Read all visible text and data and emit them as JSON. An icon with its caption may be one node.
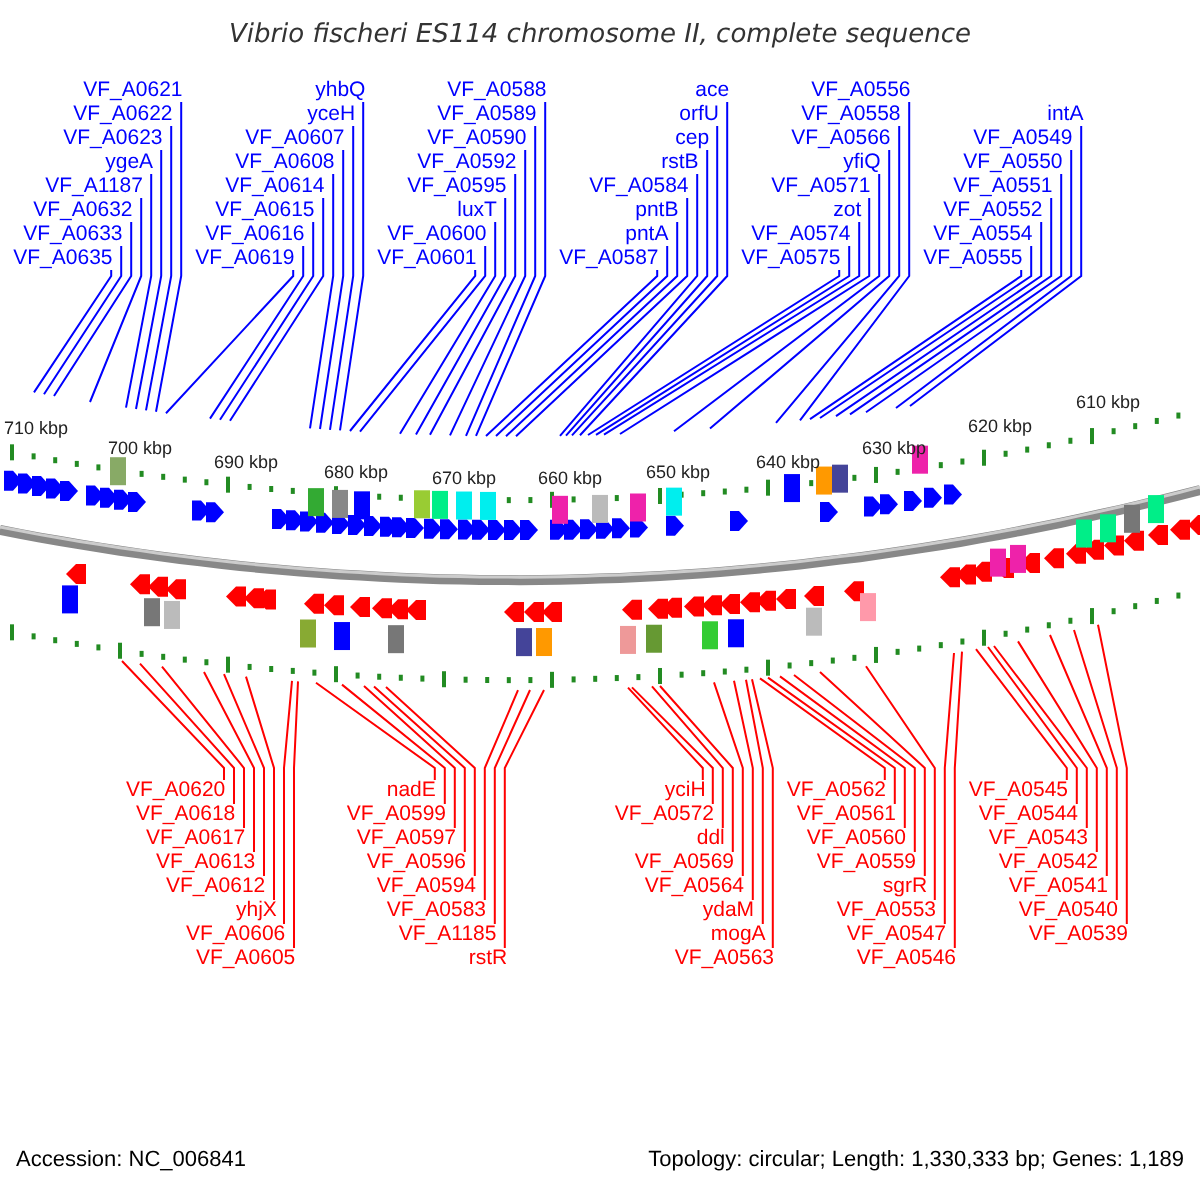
{
  "diagram": {
    "title": "Vibrio fischeri ES114 chromosome II, complete sequence",
    "nodes": [
      {
        "text": [
          "VF_A0623"
        ]
      },
      {
        "text": [
          "VF_A0608"
        ]
      },
      {
        "text": [
          "VF_A0590"
        ]
      },
      {
        "text": [
          "rstB"
        ]
      },
      {
        "text": [
          "cep"
        ]
      },
      {
        "text": [
          "VF_A0622"
        ]
      },
      {
        "text": [
          "VF_A0607"
        ]
      },
      {
        "text": [
          "VF_A0589"
        ]
      },
      {
        "text": [
          "VF_A0635"
        ]
      },
      {
        "text": [
          "orfU"
        ]
      },
      {
        "text": [
          "VF_A0556"
        ]
      },
      {
        "text": [
          "VF_A0621"
        ]
      },
      {
        "text": [
          "VF_A0601"
        ]
      },
      {
        "text": [
          "VF_A0588"
        ]
      },
      {
        "text": [
          "VF_A0575"
        ]
      },
      {
        "text": [
          "VF_A0555"
        ]
      },
      {
        "text": [
          "VF_A0633"
        ]
      },
      {
        "text": [
          "VF_A0619"
        ]
      },
      {
        "text": [
          "VF_A0600"
        ]
      },
      {
        "text": [
          "VF_A0587"
        ]
      },
      {
        "text": [
          "VF_A0552"
        ]
      },
      {
        "text": [
          "VF_A0574"
        ]
      },
      {
        "text": [
          "VF_A0632"
        ]
      },
      {
        "text": [
          "VF_A0616"
        ]
      },
      {
        "text": [
          "VF_A1187"
        ]
      },
      {
        "text": [
          "VF_A0595"
        ]
      },
      {
        "text": [
          "pntA"
        ]
      },
      {
        "text": [
          "VF_A0551"
        ]
      },
      {
        "text": [
          "ace"
        ]
      },
      {
        "text": [
          "ygeA"
        ]
      },
      {
        "text": [
          "VF_A0615"
        ]
      },
      {
        "text": [
          "yfiQ"
        ]
      },
      {
        "text": [
          "zot"
        ]
      },
      {
        "text": [
          "VF_A0550"
        ]
      },
      {
        "text": [
          "yceH"
        ]
      },
      {
        "text": [
          "VF_A0592"
        ]
      },
      {
        "text": [
          "pntB"
        ]
      },
      {
        "text": [
          "VF_A0566"
        ]
      },
      {
        "text": [
          "VF_A0554"
        ]
      },
      {
        "text": [
          "VF_A0549"
        ]
      },
      {
        "text": [
          "intA"
        ]
      },
      {
        "text": [
          "VF_A0614"
        ]
      },
      {
        "text": [
          "yhbQ"
        ]
      },
      {
        "text": [
          "luxT"
        ]
      },
      {
        "text": [
          "VF_A0584"
        ]
      },
      {
        "text": [
          "VF_A0571"
        ]
      },
      {
        "text": [
          "VF_A0558"
        ]
      },
      {
        "text": [
          "VF_A0620"
        ]
      },
      {
        "text": [
          "VF_A0539"
        ]
      },
      {
        "text": [
          "VF_A0583"
        ]
      },
      {
        "text": [
          "yciH"
        ]
      },
      {
        "text": [
          "VF_A0545"
        ]
      },
      {
        "text": [
          "yhjX"
        ]
      },
      {
        "text": [
          "VF_A0617"
        ]
      },
      {
        "text": [
          "VF_A0553"
        ]
      },
      {
        "text": [
          "VF_A0540"
        ]
      },
      {
        "text": [
          "nadE"
        ]
      },
      {
        "text": [
          "VF_A0564"
        ]
      },
      {
        "text": [
          "VF_A0594"
        ]
      },
      {
        "text": [
          "VF_A0612"
        ]
      },
      {
        "text": [
          "ddl"
        ]
      },
      {
        "text": [
          "rstR"
        ]
      },
      {
        "text": [
          "VF_A0547"
        ]
      },
      {
        "text": [
          "VF_A0541"
        ]
      },
      {
        "text": [
          "sgrR"
        ]
      },
      {
        "text": [
          "ydaM"
        ]
      },
      {
        "text": [
          "VF_A0596"
        ]
      },
      {
        "text": [
          "VF_A0613"
        ]
      },
      {
        "text": [
          "VF_A1185"
        ]
      },
      {
        "text": [
          "VF_A0542"
        ]
      },
      {
        "text": [
          "VF_A0559"
        ]
      },
      {
        "text": [
          "VF_A0569"
        ]
      },
      {
        "text": [
          "VF_A0618"
        ]
      },
      {
        "text": [
          "VF_A0597"
        ]
      },
      {
        "text": [
          "VF_A0543"
        ]
      },
      {
        "text": [
          "VF_A0560"
        ]
      },
      {
        "text": [
          "VF_A0572"
        ]
      },
      {
        "text": [
          "VF_A0544"
        ]
      },
      {
        "text": [
          "VF_A0599"
        ]
      },
      {
        "text": [
          "VF_A0561"
        ]
      },
      {
        "text": [
          "VF_A0546"
        ]
      },
      {
        "text": [
          "VF_A0605"
        ]
      },
      {
        "text": [
          "VF_A0562"
        ]
      },
      {
        "text": [
          "VF_A0606"
        ]
      },
      {
        "text": [
          "VF_A0563"
        ]
      },
      {
        "text": [
          "mogA"
        ]
      }
    ],
    "edges": [
      {
        "from": 0,
        "to": null,
        "arrow": "none"
      },
      {
        "from": 1,
        "to": null,
        "arrow": "none"
      },
      {
        "from": 2,
        "to": null,
        "arrow": "none"
      },
      {
        "from": 3,
        "to": null,
        "arrow": "none"
      },
      {
        "from": 4,
        "to": null,
        "arrow": "none"
      },
      {
        "from": 5,
        "to": null,
        "arrow": "none"
      },
      {
        "from": 6,
        "to": null,
        "arrow": "none"
      },
      {
        "from": 7,
        "to": null,
        "arrow": "none"
      },
      {
        "from": 8,
        "to": null,
        "arrow": "none"
      },
      {
        "from": 9,
        "to": null,
        "arrow": "none"
      },
      {
        "from": 10,
        "to": null,
        "arrow": "none"
      },
      {
        "from": 11,
        "to": null,
        "arrow": "none"
      },
      {
        "from": 12,
        "to": null,
        "arrow": "none"
      },
      {
        "from": 13,
        "to": null,
        "arrow": "none"
      },
      {
        "from": 14,
        "to": null,
        "arrow": "none"
      },
      {
        "from": 15,
        "to": null,
        "arrow": "none"
      },
      {
        "from": 16,
        "to": null,
        "arrow": "none"
      },
      {
        "from": 17,
        "to": null,
        "arrow": "none"
      },
      {
        "from": 18,
        "to": null,
        "arrow": "none"
      },
      {
        "from": 19,
        "to": null,
        "arrow": "none"
      },
      {
        "from": 20,
        "to": null,
        "arrow": "none"
      },
      {
        "from": 21,
        "to": null,
        "arrow": "none"
      },
      {
        "from": 22,
        "to": null,
        "arrow": "none"
      },
      {
        "from": 23,
        "to": null,
        "arrow": "none"
      },
      {
        "from": 24,
        "to": null,
        "arrow": "none"
      },
      {
        "from": 25,
        "to": null,
        "arrow": "none"
      },
      {
        "from": 26,
        "to": null,
        "arrow": "none"
      },
      {
        "from": 27,
        "to": null,
        "arrow": "none"
      },
      {
        "from": 28,
        "to": null,
        "arrow": "none"
      },
      {
        "from": 29,
        "to": null,
        "arrow": "none"
      },
      {
        "from": 30,
        "to": null,
        "arrow": "none"
      },
      {
        "from": 31,
        "to": null,
        "arrow": "none"
      },
      {
        "from": 32,
        "to": null,
        "arrow": "none"
      },
      {
        "from": 33,
        "to": null,
        "arrow": "none"
      },
      {
        "from": 34,
        "to": null,
        "arrow": "none"
      },
      {
        "from": 35,
        "to": null,
        "arrow": "none"
      },
      {
        "from": 36,
        "to": null,
        "arrow": "none"
      },
      {
        "from": 37,
        "to": null,
        "arrow": "none"
      },
      {
        "from": 38,
        "to": null,
        "arrow": "none"
      },
      {
        "from": 39,
        "to": null,
        "arrow": "none"
      },
      {
        "from": 40,
        "to": null,
        "arrow": "none"
      },
      {
        "from": 41,
        "to": null,
        "arrow": "none"
      },
      {
        "from": 42,
        "to": null,
        "arrow": "none"
      },
      {
        "from": 43,
        "to": null,
        "arrow": "none"
      },
      {
        "from": 44,
        "to": null,
        "arrow": "none"
      },
      {
        "from": 45,
        "to": null,
        "arrow": "none"
      },
      {
        "from": 46,
        "to": null,
        "arrow": "none"
      },
      {
        "from": 47,
        "to": null,
        "arrow": "none",
        "color": "#ff0000"
      },
      {
        "from": 48,
        "to": null,
        "arrow": "none",
        "color": "#ff0000"
      },
      {
        "from": 49,
        "to": null,
        "arrow": "none",
        "color": "#ff0000"
      },
      {
        "from": 50,
        "to": null,
        "arrow": "none",
        "color": "#ff0000"
      },
      {
        "from": 51,
        "to": null,
        "arrow": "none",
        "color": "#ff0000"
      },
      {
        "from": 52,
        "to": null,
        "arrow": "none",
        "color": "#ff0000"
      },
      {
        "from": 53,
        "to": null,
        "arrow": "none",
        "color": "#ff0000"
      },
      {
        "from": 54,
        "to": null,
        "arrow": "none",
        "color": "#ff0000"
      },
      {
        "from": 55,
        "to": null,
        "arrow": "none",
        "color": "#ff0000"
      },
      {
        "from": 56,
        "to": null,
        "arrow": "none",
        "color": "#ff0000"
      },
      {
        "from": 57,
        "to": null,
        "arrow": "none",
        "color": "#ff0000"
      },
      {
        "from": 58,
        "to": null,
        "arrow": "none",
        "color": "#ff0000"
      },
      {
        "from": 59,
        "to": null,
        "arrow": "none",
        "color": "#ff0000"
      },
      {
        "from": 60,
        "to": null,
        "arrow": "none",
        "color": "#ff0000"
      },
      {
        "from": 61,
        "to": null,
        "arrow": "none",
        "color": "#ff0000"
      },
      {
        "from": 62,
        "to": null,
        "arrow": "none",
        "color": "#ff0000"
      },
      {
        "from": 63,
        "to": null,
        "arrow": "none",
        "color": "#ff0000"
      },
      {
        "from": 64,
        "to": null,
        "arrow": "none",
        "color": "#ff0000"
      },
      {
        "from": 65,
        "to": null,
        "arrow": "none",
        "color": "#ff0000"
      },
      {
        "from": 66,
        "to": null,
        "arrow": "none",
        "color": "#ff0000"
      },
      {
        "from": 67,
        "to": null,
        "arrow": "none",
        "color": "#ff0000"
      },
      {
        "from": 68,
        "to": null,
        "arrow": "none",
        "color": "#ff0000"
      },
      {
        "from": 69,
        "to": null,
        "arrow": "none",
        "color": "#ff0000"
      },
      {
        "from": 70,
        "to": null,
        "arrow": "none",
        "color": "#ff0000"
      },
      {
        "from": 71,
        "to": null,
        "arrow": "none",
        "color": "#ff0000"
      },
      {
        "from": 72,
        "to": null,
        "arrow": "none",
        "color": "#ff0000"
      },
      {
        "from": 73,
        "to": null,
        "arrow": "none",
        "color": "#ff0000"
      },
      {
        "from": 74,
        "to": null,
        "arrow": "none",
        "color": "#ff0000"
      },
      {
        "from": 75,
        "to": null,
        "arrow": "none",
        "color": "#ff0000"
      },
      {
        "from": 76,
        "to": null,
        "arrow": "none",
        "color": "#ff0000"
      },
      {
        "from": 77,
        "to": null,
        "arrow": "none",
        "color": "#ff0000"
      },
      {
        "from": 78,
        "to": null,
        "arrow": "none",
        "color": "#ff0000"
      },
      {
        "from": 79,
        "to": null,
        "arrow": "none",
        "color": "#ff0000"
      },
      {
        "from": 80,
        "to": null,
        "arrow": "none",
        "color": "#ff0000"
      },
      {
        "from": 81,
        "to": null,
        "arrow": "none",
        "color": "#ff0000"
      },
      {
        "from": 82,
        "to": null,
        "arrow": "none",
        "color": "#ff0000"
      },
      {
        "from": 83,
        "to": null,
        "arrow": "none",
        "color": "#ff0000"
      },
      {
        "from": 84,
        "to": null,
        "arrow": "none",
        "color": "#ff0000"
      },
      {
        "from": 85,
        "to": null,
        "arrow": "none",
        "color": "#ff0000"
      }
    ],
    "labels": [
      "710 kbp",
      "700 kbp",
      "690 kbp",
      "680 kbp",
      "670 kbp",
      "660 kbp",
      "650 kbp",
      "640 kbp",
      "630 kbp",
      "620 kbp",
      "610 kbp",
      "Accession: NC_006841",
      "Topology: circular; Length: 1,330,333 bp; Genes: 1,189"
    ]
  }
}
